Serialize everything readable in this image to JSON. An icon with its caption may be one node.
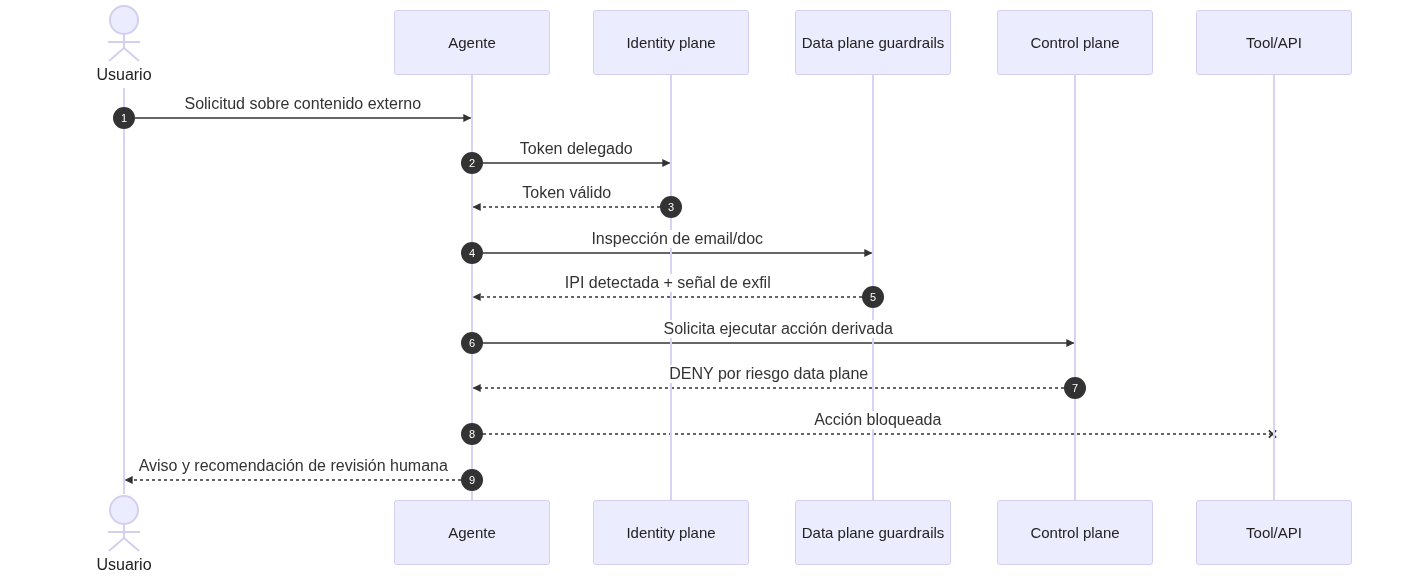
{
  "diagram": {
    "nodes": [
      {
        "text": [
          "Usuario"
        ]
      },
      {
        "text": [
          "Agente"
        ]
      },
      {
        "text": [
          "Identity plane"
        ]
      },
      {
        "text": [
          "Data plane guardrails"
        ]
      },
      {
        "text": [
          "Control plane"
        ]
      },
      {
        "text": [
          "Tool/API"
        ]
      },
      {
        "text": [
          "Usuario"
        ]
      },
      {
        "text": [
          "Agente"
        ]
      },
      {
        "text": [
          "Identity plane"
        ]
      },
      {
        "text": [
          "Data plane guardrails"
        ]
      },
      {
        "text": [
          "Control plane"
        ]
      },
      {
        "text": [
          "Tool/API"
        ]
      },
      {
        "text": [
          "1"
        ]
      },
      {
        "text": [
          "2"
        ]
      },
      {
        "text": [
          "3"
        ]
      },
      {
        "text": [
          "4"
        ]
      },
      {
        "text": [
          "5"
        ]
      },
      {
        "text": [
          "6"
        ]
      },
      {
        "text": [
          "7"
        ]
      },
      {
        "text": [
          "8"
        ]
      },
      {
        "text": [
          "9"
        ]
      },
      {
        "text": [],
        "shape": "bar"
      },
      {
        "text": [],
        "shape": "bar"
      },
      {
        "text": [],
        "shape": "bar"
      },
      {
        "text": [],
        "shape": "bar"
      },
      {
        "text": [],
        "shape": "bar"
      },
      {
        "text": [],
        "shape": "bar"
      }
    ],
    "edges": [
      {
        "from": 12,
        "to": 22,
        "arrow": "to",
        "label": "Solicitud sobre contenido externo"
      },
      {
        "from": 13,
        "to": 23,
        "arrow": "to",
        "label": "Token delegado"
      },
      {
        "from": 14,
        "to": 22,
        "arrow": "to",
        "label": "Token válido",
        "style": "dashed"
      },
      {
        "from": 15,
        "to": 24,
        "arrow": "to",
        "label": "Inspección de email/doc"
      },
      {
        "from": 16,
        "to": 22,
        "arrow": "to",
        "label": "IPI detectada + señal de exfil",
        "style": "dashed"
      },
      {
        "from": 17,
        "to": 25,
        "arrow": "to",
        "label": "Solicita ejecutar acción derivada"
      },
      {
        "from": 18,
        "to": 22,
        "arrow": "to",
        "label": "DENY por riesgo data plane",
        "style": "dashed"
      },
      {
        "from": 19,
        "to": 26,
        "arrow": "other",
        "label": "Acción bloqueada",
        "style": "dashed"
      },
      {
        "from": 20,
        "to": 21,
        "arrow": "to",
        "label": "Aviso y recomendación de revisión humana",
        "style": "dashed"
      }
    ]
  }
}
